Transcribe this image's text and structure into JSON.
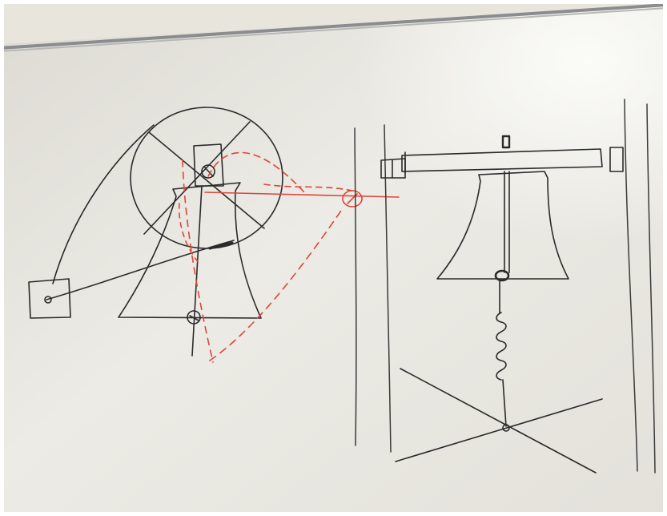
{
  "scene": {
    "subject": "whiteboard-sketch",
    "colors": {
      "board": "#ecebe4",
      "board_shade": "#cfcdc6",
      "tray": "#8a8c8e",
      "ink_black": "#2a2a2a",
      "ink_red": "#e0443a"
    },
    "drawings": {
      "left": [
        "wheel-with-spokes",
        "bell",
        "axle-bearing",
        "rope-to-handle",
        "handle-block",
        "red-dashed-swing-path"
      ],
      "right": [
        "headstock-beam",
        "bell-side-view",
        "spring",
        "crossed-floor-lines",
        "wall-posts"
      ]
    }
  }
}
